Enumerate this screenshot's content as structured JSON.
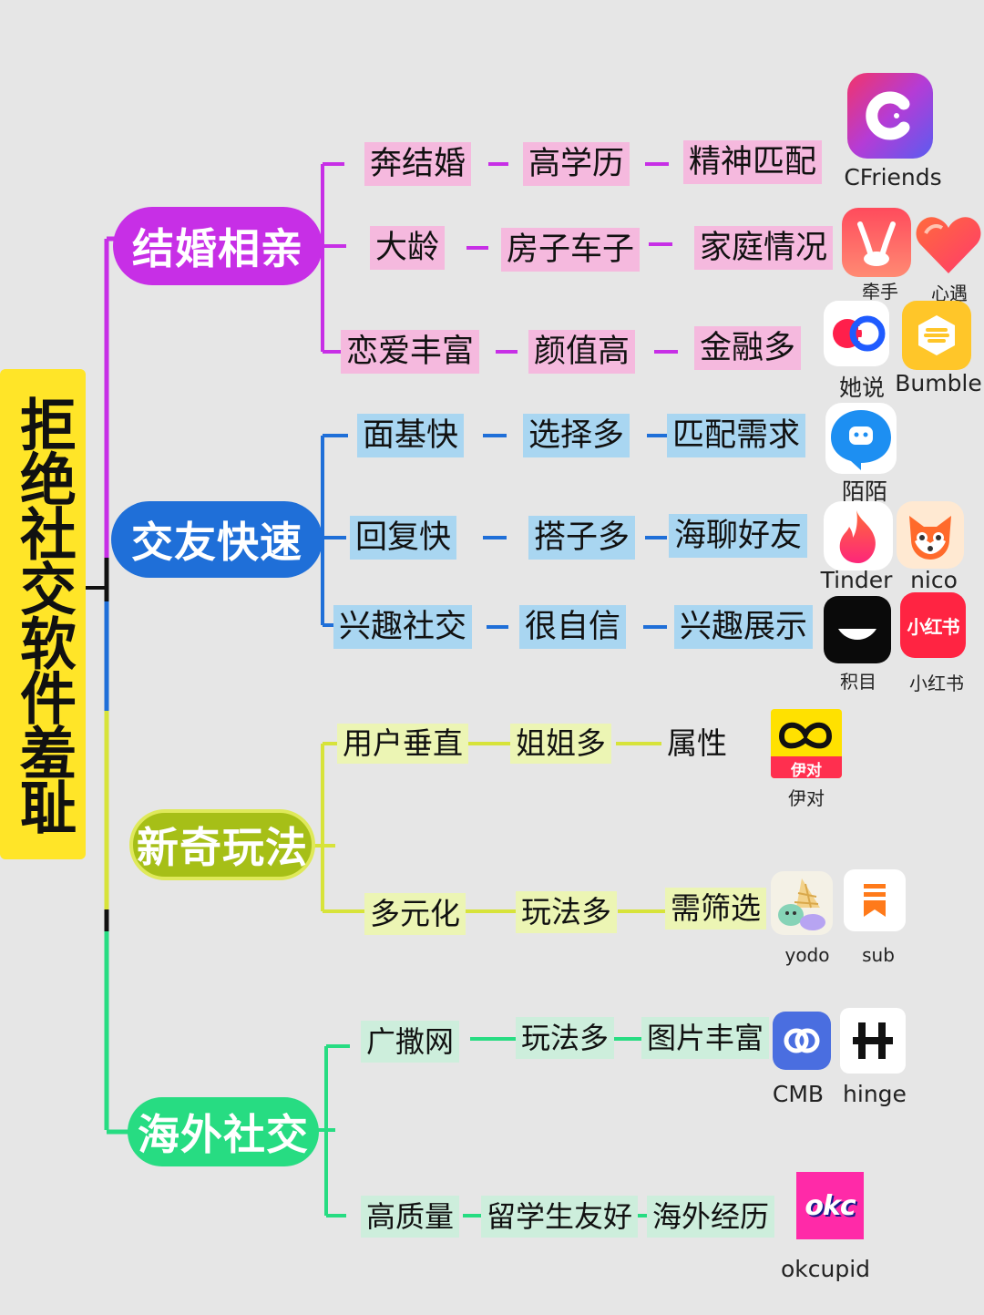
{
  "root": {
    "title": "拒绝社交软件羞耻"
  },
  "branches": [
    {
      "title": "结婚相亲",
      "color": "#c72fe6",
      "rows": [
        [
          "奔结婚",
          "高学历",
          "精神匹配"
        ],
        [
          "大龄",
          "房子车子",
          "家庭情况"
        ],
        [
          "恋爱丰富",
          "颜值高",
          "金融多"
        ]
      ],
      "apps": [
        "CFriends",
        "牵手",
        "心遇",
        "她说",
        "Bumble"
      ]
    },
    {
      "title": "交友快速",
      "color": "#1f6fd8",
      "rows": [
        [
          "面基快",
          "选择多",
          "匹配需求"
        ],
        [
          "回复快",
          "搭子多",
          "海聊好友"
        ],
        [
          "兴趣社交",
          "很自信",
          "兴趣展示"
        ]
      ],
      "apps": [
        "陌陌",
        "Tinder",
        "nico",
        "积目",
        "小红书"
      ]
    },
    {
      "title": "新奇玩法",
      "color": "#a6bf17",
      "rows": [
        [
          "用户垂直",
          "姐姐多",
          "属性"
        ],
        [
          "多元化",
          "玩法多",
          "需筛选"
        ]
      ],
      "apps": [
        "伊对",
        "yodo",
        "sub"
      ]
    },
    {
      "title": "海外社交",
      "color": "#27dc82",
      "rows": [
        [
          "广撒网",
          "玩法多",
          "图片丰富"
        ],
        [
          "高质量",
          "留学生友好",
          "海外经历"
        ]
      ],
      "apps": [
        "CMB",
        "hinge",
        "okcupid"
      ]
    }
  ],
  "icons": {
    "cfriends": "cfriends-logo-c",
    "yidui_text": "伊对",
    "xiaohongshu_text": "小红书",
    "okcupid_text": "okc"
  }
}
